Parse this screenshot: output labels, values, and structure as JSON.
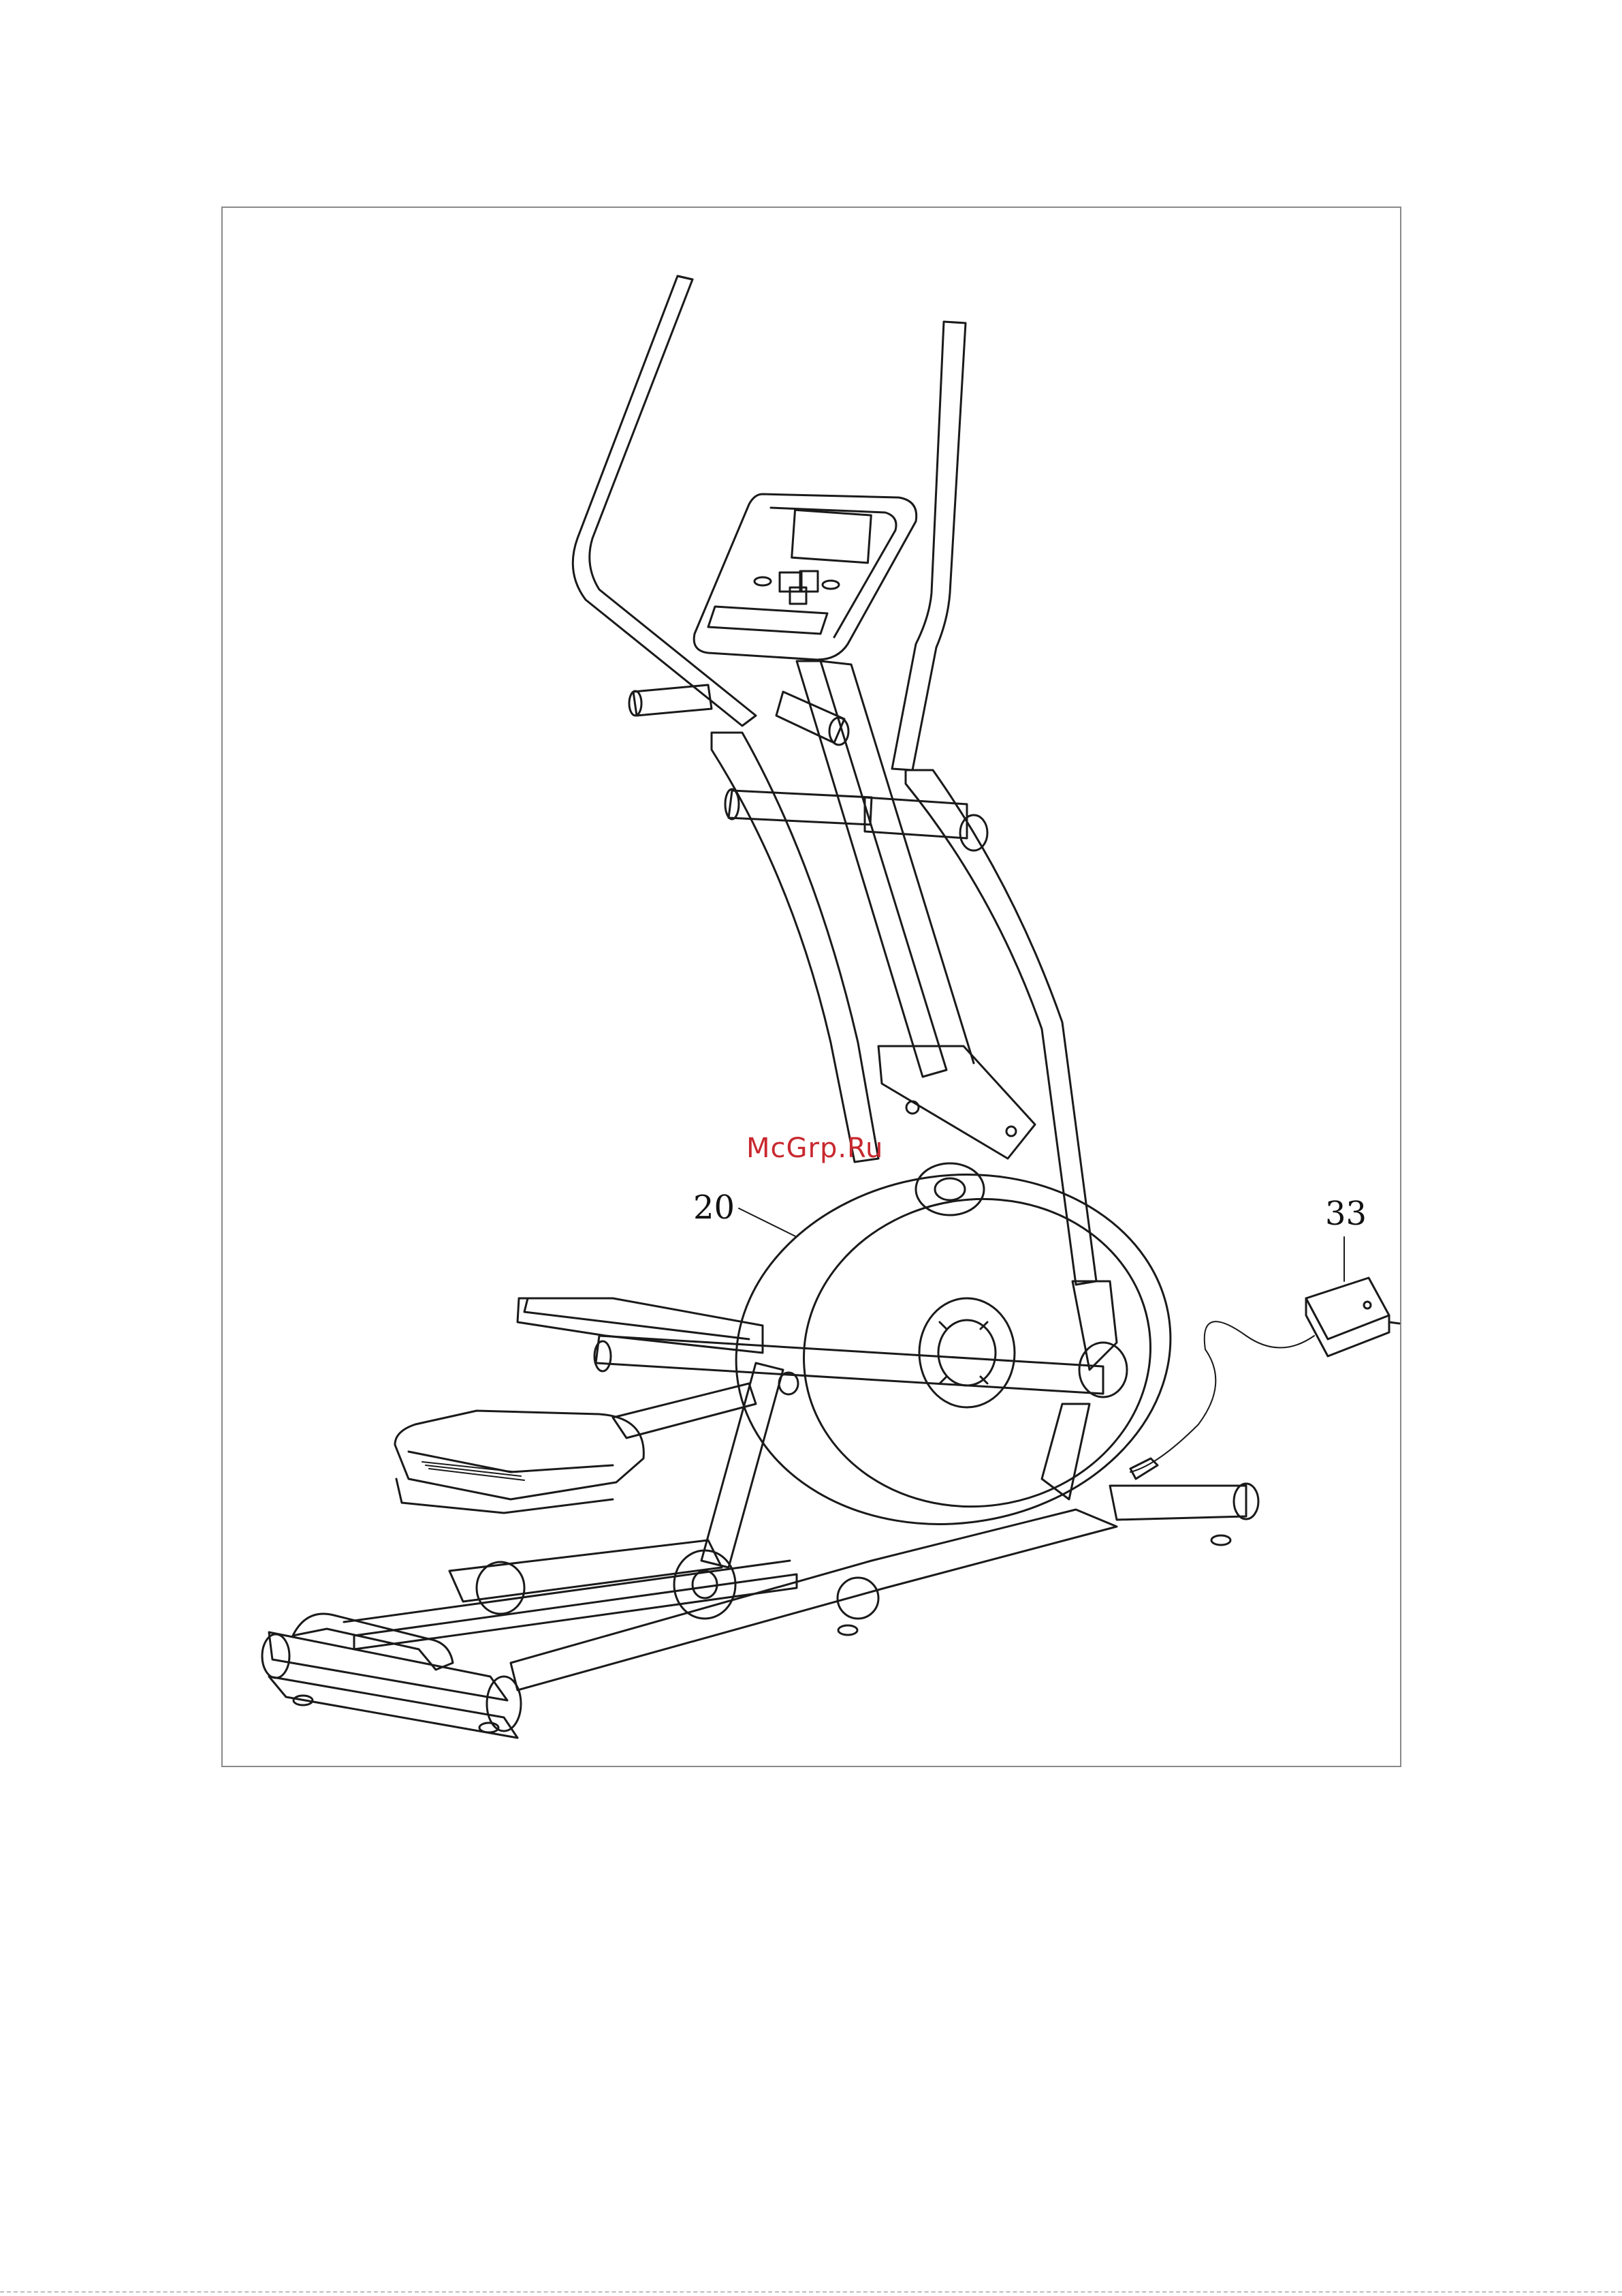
{
  "figure": {
    "callouts": [
      {
        "id": "20",
        "label": "20"
      },
      {
        "id": "33",
        "label": "33"
      }
    ],
    "watermark": "McGrp.Ru"
  },
  "colors": {
    "line": "#1a1a1a",
    "frame": "#8a8a8a",
    "watermark": "#c8282f"
  }
}
